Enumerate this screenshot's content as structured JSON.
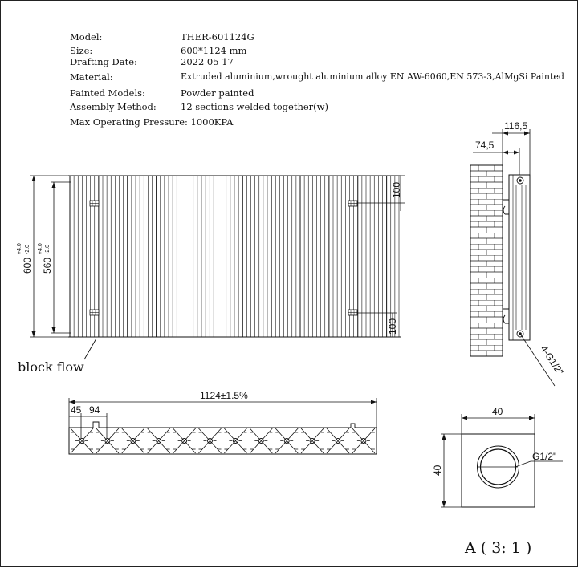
{
  "spec": {
    "model_label": "Model:",
    "model_value": "THER-601124G",
    "size_label": "Size:",
    "size_value": "600*1124 mm",
    "date_label": "Drafting Date:",
    "date_value": "2022 05 17",
    "material_label": "Material:",
    "material_value": "Extruded aluminium,wrought aluminium alloy EN AW-6060,EN 573-3,AlMgSi Painted",
    "painted_label": "Painted Models:",
    "painted_value": "Powder painted",
    "assembly_label": "Assembly Method:",
    "assembly_value": "12 sections welded together(w)",
    "pressure_text": "Max Operating Pressure: 1000KPA"
  },
  "front_view": {
    "height_outer": "600",
    "height_outer_tol_upper": "+4.0",
    "height_outer_tol_lower": "-2.0",
    "height_inner": "560",
    "height_inner_tol_upper": "+4.0",
    "height_inner_tol_lower": "-2.0",
    "bracket_offset_top": "100",
    "bracket_offset_bottom": "100",
    "flow_label": "block flow"
  },
  "side_view": {
    "depth_total": "116,5",
    "depth_wall": "74,5",
    "connection_label": "4-G1/2\""
  },
  "top_view": {
    "width": "1124±1.5%",
    "edge_offset": "45",
    "pitch": "94"
  },
  "detail_view": {
    "width": "40",
    "height": "40",
    "thread": "G1/2\"",
    "title": "A ( 3: 1 )"
  }
}
